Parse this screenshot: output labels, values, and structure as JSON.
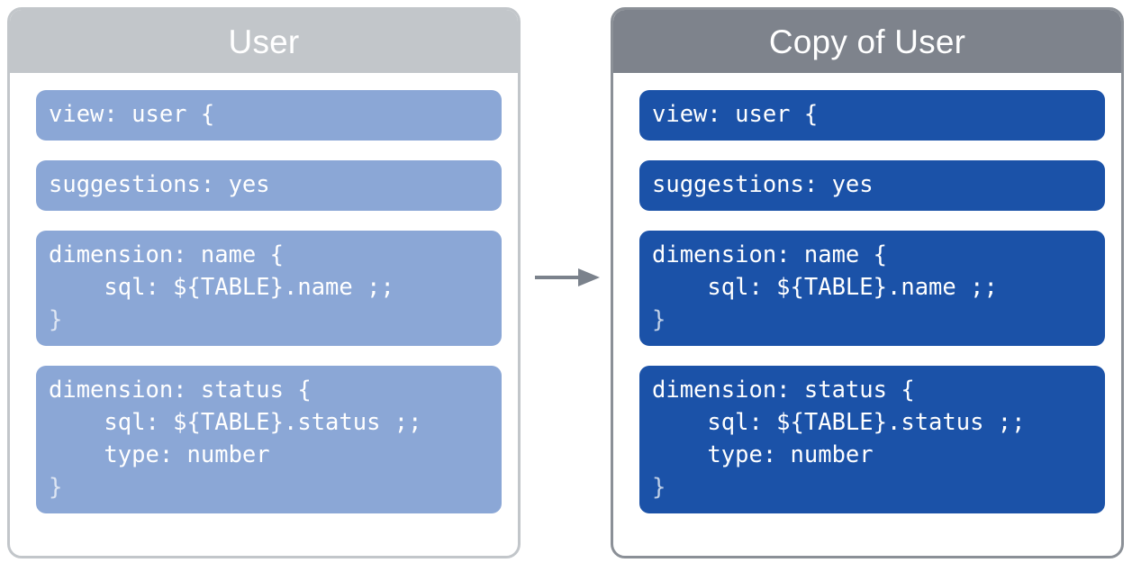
{
  "diagram": {
    "type": "flow",
    "description": "Two side-by-side LookML view file panels connected by a rightward arrow, showing a source view and its duplicate.",
    "colors": {
      "source_header": "#c2c6ca",
      "source_border": "#c2c6ca",
      "source_block": "#8ba7d6",
      "copy_header": "#7e838c",
      "copy_border": "#8b9097",
      "copy_block": "#1b52a8",
      "arrow": "#7b828c",
      "text": "#ffffff",
      "background": "#ffffff"
    },
    "connector": {
      "icon": "arrow-right-icon",
      "direction": "left-to-right",
      "from": "User",
      "to": "Copy of User"
    }
  },
  "panels": [
    {
      "id": "source",
      "title": "User",
      "blocks": [
        {
          "id": "view-declaration",
          "lines": [
            {
              "text": "view: user {",
              "dim": false
            }
          ]
        },
        {
          "id": "suggestions-parameter",
          "lines": [
            {
              "text": "suggestions: yes",
              "dim": false
            }
          ]
        },
        {
          "id": "dimension-name",
          "lines": [
            {
              "text": "dimension: name {",
              "dim": false
            },
            {
              "text": "    sql: ${TABLE}.name ;;",
              "dim": false
            },
            {
              "text": "}",
              "dim": true
            }
          ]
        },
        {
          "id": "dimension-status",
          "lines": [
            {
              "text": "dimension: status {",
              "dim": false
            },
            {
              "text": "    sql: ${TABLE}.status ;;",
              "dim": false
            },
            {
              "text": "    type: number",
              "dim": false
            },
            {
              "text": "}",
              "dim": true
            }
          ]
        }
      ]
    },
    {
      "id": "copy",
      "title": "Copy of User",
      "blocks": [
        {
          "id": "view-declaration",
          "lines": [
            {
              "text": "view: user {",
              "dim": false
            }
          ]
        },
        {
          "id": "suggestions-parameter",
          "lines": [
            {
              "text": "suggestions: yes",
              "dim": false
            }
          ]
        },
        {
          "id": "dimension-name",
          "lines": [
            {
              "text": "dimension: name {",
              "dim": false
            },
            {
              "text": "    sql: ${TABLE}.name ;;",
              "dim": false
            },
            {
              "text": "}",
              "dim": true
            }
          ]
        },
        {
          "id": "dimension-status",
          "lines": [
            {
              "text": "dimension: status {",
              "dim": false
            },
            {
              "text": "    sql: ${TABLE}.status ;;",
              "dim": false
            },
            {
              "text": "    type: number",
              "dim": false
            },
            {
              "text": "}",
              "dim": true
            }
          ]
        }
      ]
    }
  ]
}
